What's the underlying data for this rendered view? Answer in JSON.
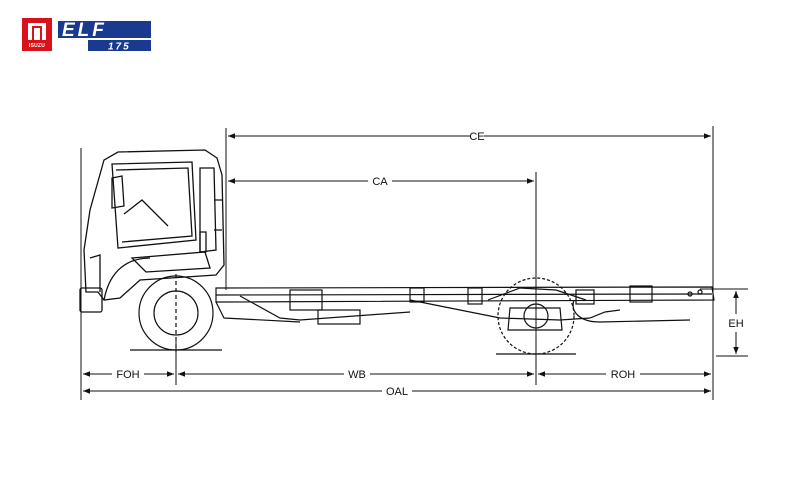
{
  "brand": {
    "badge_text": "ISUZU",
    "model_name": "ELF",
    "model_number": "175",
    "badge_color": "#d8121a",
    "wordmark_color": "#1a3a8f"
  },
  "dimensions": {
    "ce": "CE",
    "ca": "CA",
    "eh": "EH",
    "foh": "FOH",
    "wb": "WB",
    "roh": "ROH",
    "oal": "OAL"
  }
}
